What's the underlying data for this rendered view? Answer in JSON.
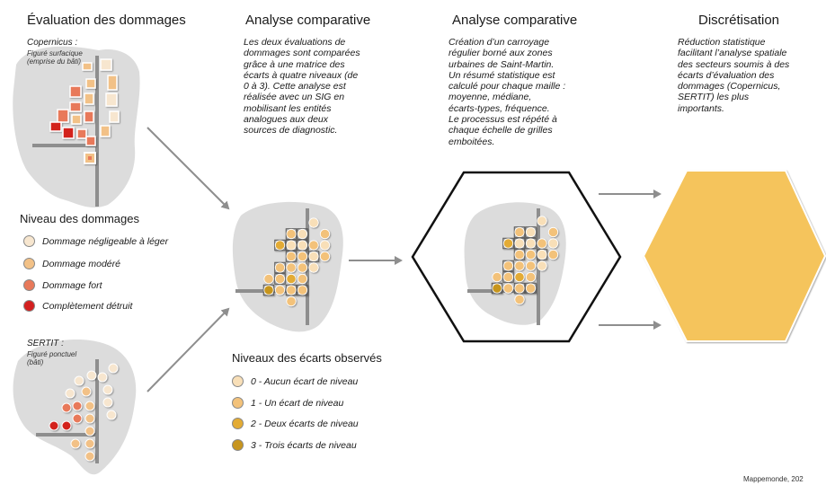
{
  "columns": [
    {
      "title": "Évaluation des dommages"
    },
    {
      "title": "Analyse comparative",
      "description": [
        "Les deux évaluations de",
        "dommages sont comparées",
        "grâce à une matrice des",
        "écarts à quatre niveaux (de",
        "0 à 3). Cette analyse est",
        "réalisée avec un SIG en",
        "mobilisant les entités",
        "analogues aux deux",
        "sources de diagnostic."
      ]
    },
    {
      "title": "Analyse comparative",
      "description": [
        "Création d’un carroyage",
        "régulier borné aux zones",
        "urbaines de Saint-Martin.",
        "Un résumé statistique est",
        "calculé pour chaque maille :",
        "moyenne, médiane,",
        "écarts-types, fréquence.",
        "Le processus est répété à",
        "chaque échelle de grilles",
        "emboitées."
      ]
    },
    {
      "title": "Discrétisation",
      "description": [
        "Réduction statistique",
        "facilitant l’analyse spatiale",
        "des secteurs soumis à des",
        "écarts d’évaluation des",
        "dommages (Copernicus,",
        "SERTIT) les plus",
        "importants."
      ]
    }
  ],
  "sources": {
    "copernicus": {
      "name": "Copernicus :",
      "detail": [
        "Figuré surfacique",
        "(emprise du bâti)"
      ]
    },
    "sertit": {
      "name": "SERTIT :",
      "detail": [
        "Figuré ponctuel",
        "(bâti)"
      ]
    }
  },
  "damage_legend": {
    "title": "Niveau des dommages",
    "items": [
      {
        "label": "Dommage négligeable à léger",
        "color": "#f7e6cf"
      },
      {
        "label": "Dommage modéré",
        "color": "#f2c187"
      },
      {
        "label": "Dommage fort",
        "color": "#e8795a"
      },
      {
        "label": "Complètement détruit",
        "color": "#d3201f"
      }
    ]
  },
  "gap_legend": {
    "title": "Niveaux des écarts observés",
    "items": [
      {
        "label": "0 - Aucun écart de niveau",
        "color": "#f8dfb8"
      },
      {
        "label": "1 - Un écart de niveau",
        "color": "#f3c27a"
      },
      {
        "label": "2 - Deux écarts de niveau",
        "color": "#e3ab34"
      },
      {
        "label": "3 - Trois écarts de niveau",
        "color": "#c7951e"
      }
    ]
  },
  "colors": {
    "island": "#dcdcdc",
    "road": "#8e8e8e",
    "arrow": "#8e8e8e",
    "hexagon_fill": "#f5c45c"
  },
  "credit": "Mappemonde, 202"
}
